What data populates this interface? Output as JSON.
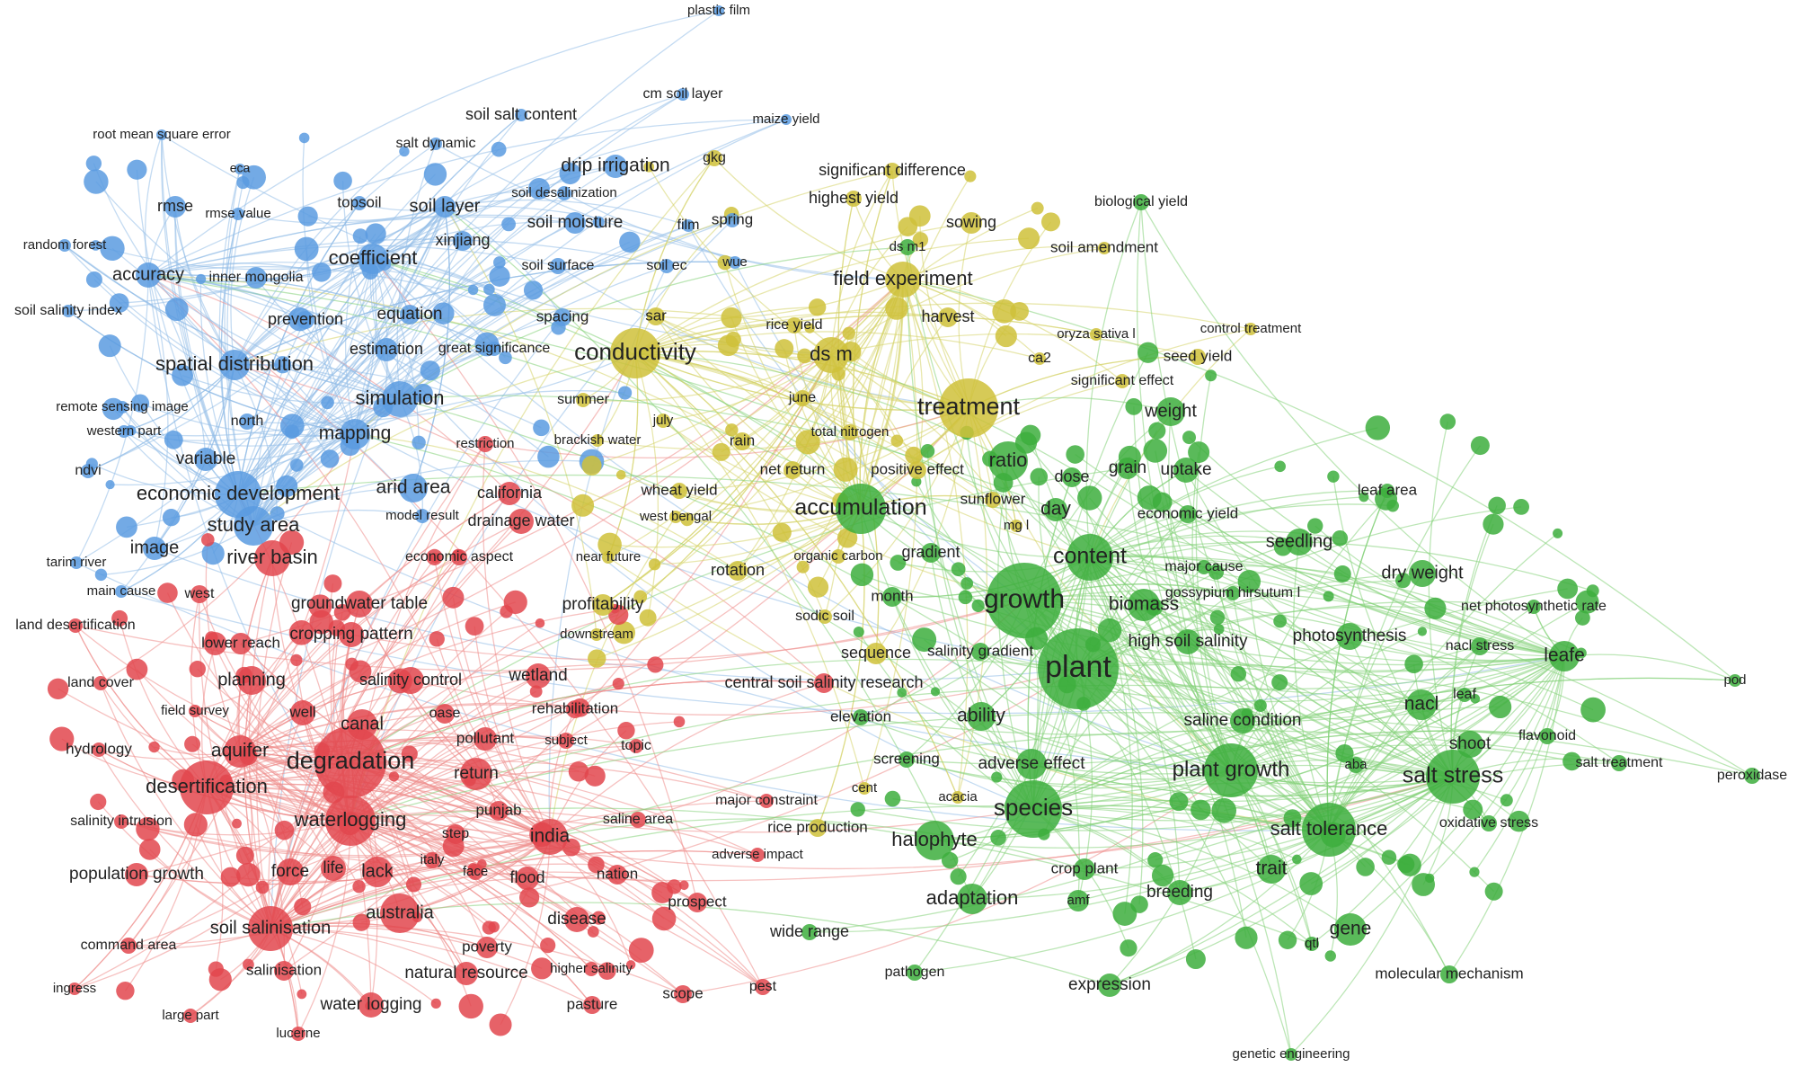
{
  "colors": {
    "blue": "#5b9be0",
    "yellow": "#cfc13a",
    "red": "#e2474d",
    "green": "#3dae3d",
    "edge_blue": "#93bee8",
    "edge_yellow": "#d6d36a",
    "edge_red": "#ee8e8c",
    "edge_green": "#85d27a"
  },
  "network": {
    "clusters": [
      {
        "color": "blue",
        "keywords": [
          "plastic film",
          "cm soil layer",
          "maize yield",
          "soil salt content",
          "root mean square error",
          "salt dynamic",
          "drip irrigation",
          "eca",
          "rmse",
          "rmse value",
          "soil desalinization",
          "topsoil",
          "soil layer",
          "soil moisture",
          "film",
          "spring",
          "random forest",
          "xinjiang",
          "coefficient",
          "soil surface",
          "soil ec",
          "wue",
          "accuracy",
          "inner mongolia",
          "soil salinity index",
          "equation",
          "prevention",
          "spacing",
          "estimation",
          "great significance",
          "spatial distribution",
          "simulation",
          "remote sensing image",
          "north",
          "mapping",
          "western part",
          "variable",
          "ndvi",
          "economic development",
          "arid area",
          "study area",
          "model result",
          "image",
          "tarim river",
          "main cause"
        ]
      },
      {
        "color": "yellow",
        "keywords": [
          "gkg",
          "significant difference",
          "highest yield",
          "sowing",
          "soil amendment",
          "field experiment",
          "sar",
          "harvest",
          "rice yield",
          "conductivity",
          "ds m",
          "ca2",
          "oryza sativa l",
          "significant effect",
          "june",
          "summer",
          "treatment",
          "july",
          "rain",
          "total nitrogen",
          "brackish water",
          "net return",
          "positive effect",
          "wheat yield",
          "sunflower",
          "mg l",
          "west bengal",
          "near future",
          "organic carbon",
          "rotation",
          "profitability",
          "downstream",
          "sodic soil",
          "sequence",
          "seed yield",
          "control treatment",
          "acacia",
          "cent",
          "rice production"
        ]
      },
      {
        "color": "red",
        "keywords": [
          "restriction",
          "california",
          "drainage water",
          "economic aspect",
          "river basin",
          "west",
          "land desertification",
          "groundwater table",
          "cropping pattern",
          "lower reach",
          "land cover",
          "planning",
          "salinity control",
          "wetland",
          "field survey",
          "well",
          "oase",
          "rehabilitation",
          "hydrology",
          "aquifer",
          "canal",
          "pollutant",
          "subject",
          "topic",
          "degradation",
          "return",
          "desertification",
          "punjab",
          "waterlogging",
          "saline area",
          "salinity intrusion",
          "india",
          "step",
          "population growth",
          "force",
          "life",
          "lack",
          "italy",
          "face",
          "flood",
          "nation",
          "australia",
          "disease",
          "soil salinisation",
          "command area",
          "poverty",
          "salinisation",
          "natural resource",
          "higher salinity",
          "ingress",
          "water logging",
          "pasture",
          "large part",
          "scope",
          "pest",
          "lucerne",
          "major constraint",
          "adverse impact",
          "prospect",
          "central soil salinity research"
        ]
      },
      {
        "color": "green",
        "keywords": [
          "biological yield",
          "ds m1",
          "weight",
          "ratio",
          "grain",
          "uptake",
          "dose",
          "day",
          "leaf area",
          "accumulation",
          "economic yield",
          "content",
          "seedling",
          "major cause",
          "gradient",
          "dry weight",
          "month",
          "growth",
          "biomass",
          "gossypium hirsutum l",
          "net photosynthetic rate",
          "high soil salinity",
          "photosynthesis",
          "salinity gradient",
          "nacl stress",
          "leafe",
          "plant",
          "pod",
          "elevation",
          "ability",
          "saline condition",
          "nacl",
          "leaf",
          "shoot",
          "flavonoid",
          "screening",
          "adverse effect",
          "plant growth",
          "aba",
          "salt stress",
          "salt treatment",
          "peroxidase",
          "species",
          "oxidative stress",
          "halophyte",
          "salt tolerance",
          "crop plant",
          "trait",
          "adaptation",
          "amf",
          "breeding",
          "wide range",
          "gene",
          "qtl",
          "pathogen",
          "expression",
          "molecular mechanism",
          "genetic engineering"
        ]
      }
    ]
  }
}
